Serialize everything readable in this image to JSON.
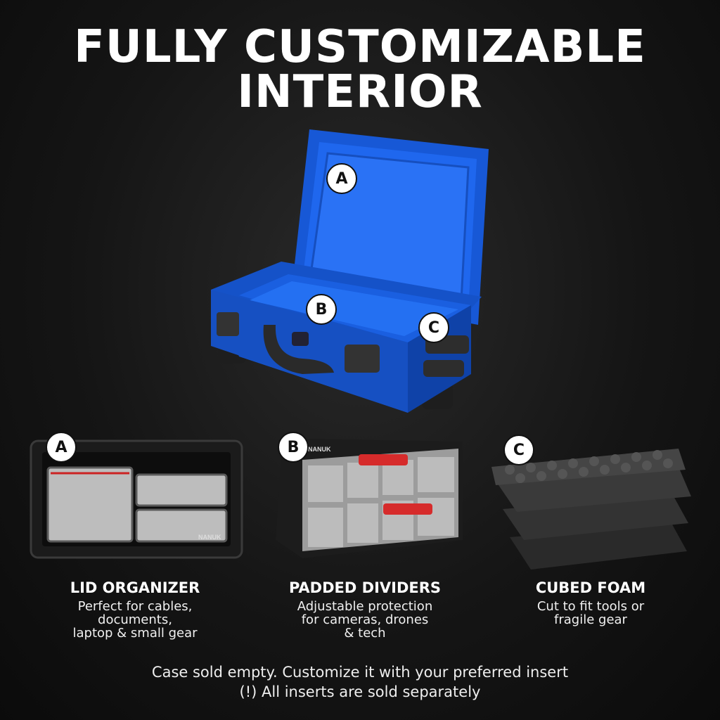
{
  "headline": {
    "line1": "FULLY CUSTOMIZABLE",
    "line2": "INTERIOR"
  },
  "hero": {
    "badges": [
      "A",
      "B",
      "C"
    ],
    "case_color": "#1a5fe0"
  },
  "features": [
    {
      "badge": "A",
      "title": "LID ORGANIZER",
      "desc": [
        "Perfect for cables,",
        "documents,",
        "laptop & small gear"
      ],
      "brand": "NANUK"
    },
    {
      "badge": "B",
      "title": "PADDED DIVIDERS",
      "desc": [
        "Adjustable protection",
        "for cameras, drones",
        "& tech"
      ],
      "brand": "NANUK"
    },
    {
      "badge": "C",
      "title": "CUBED FOAM",
      "desc": [
        "Cut to fit tools or",
        "fragile gear"
      ]
    }
  ],
  "footer": {
    "line1": "Case sold empty. Customize it with your preferred insert",
    "line2": "(!) All inserts are sold separately"
  }
}
